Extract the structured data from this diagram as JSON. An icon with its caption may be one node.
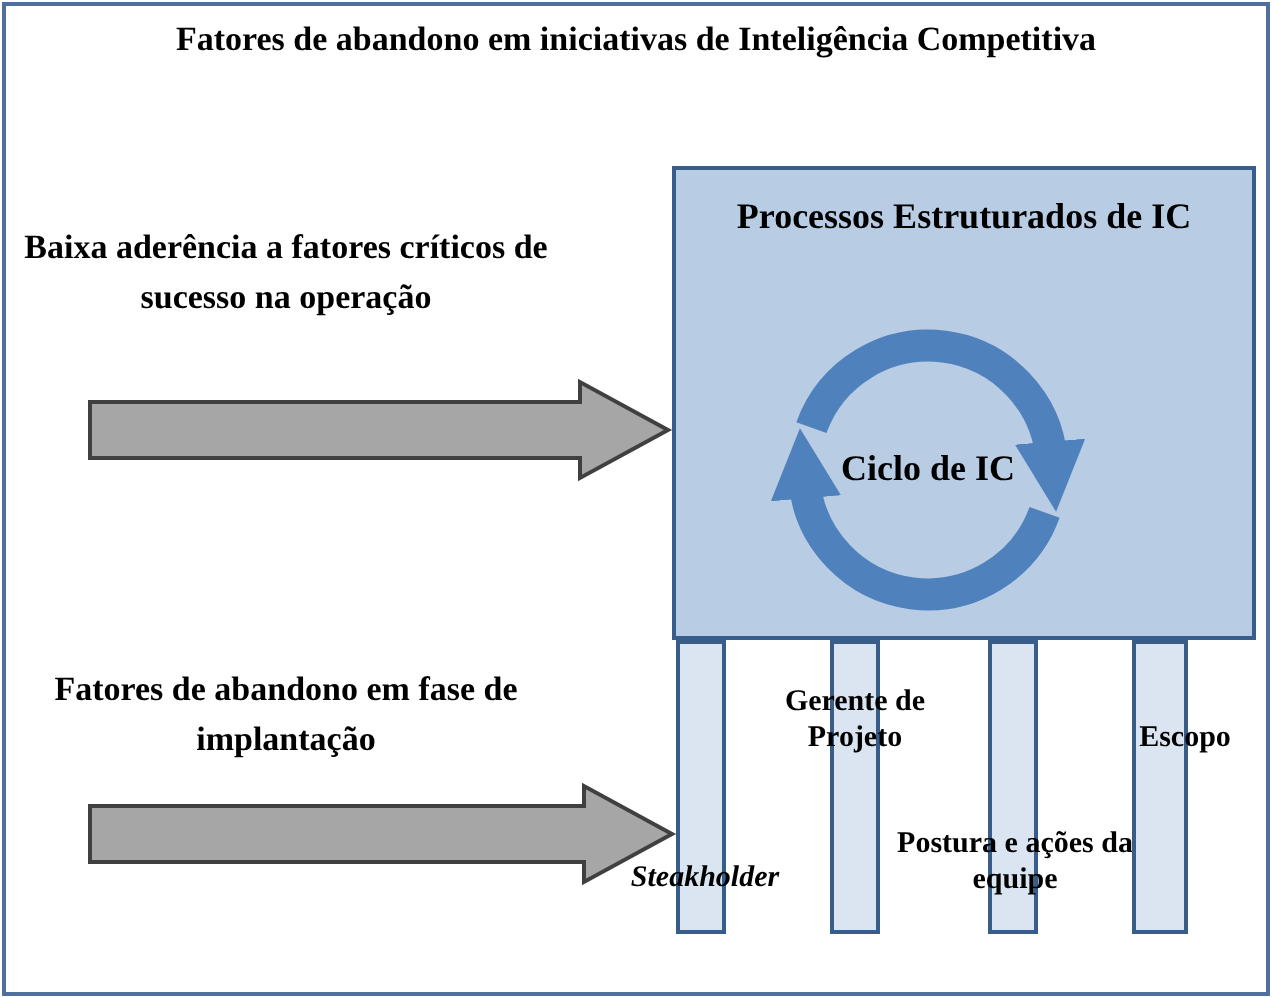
{
  "diagram": {
    "title": "Fatores de abandono em iniciativas de Inteligência Competitiva",
    "nodes": [
      {
        "text": [
          "Processos Estruturados de IC"
        ]
      },
      {
        "text": [
          "Ciclo de IC"
        ],
        "in": 0
      },
      {
        "text": [
          "Steakholder"
        ]
      },
      {
        "text": [
          "Gerente de Projeto"
        ]
      },
      {
        "text": [
          "Postura e ações da equipe"
        ]
      },
      {
        "text": [
          "Escopo"
        ]
      }
    ],
    "edges": [
      {
        "from": null,
        "to": 0,
        "arrow": "to",
        "label": "Baixa aderência a fatores críticos de sucesso na operação",
        "style": "thick"
      },
      {
        "from": null,
        "to": 2,
        "arrow": "to",
        "label": "Fatores de abandono em fase de implantação",
        "style": "thick"
      }
    ]
  }
}
